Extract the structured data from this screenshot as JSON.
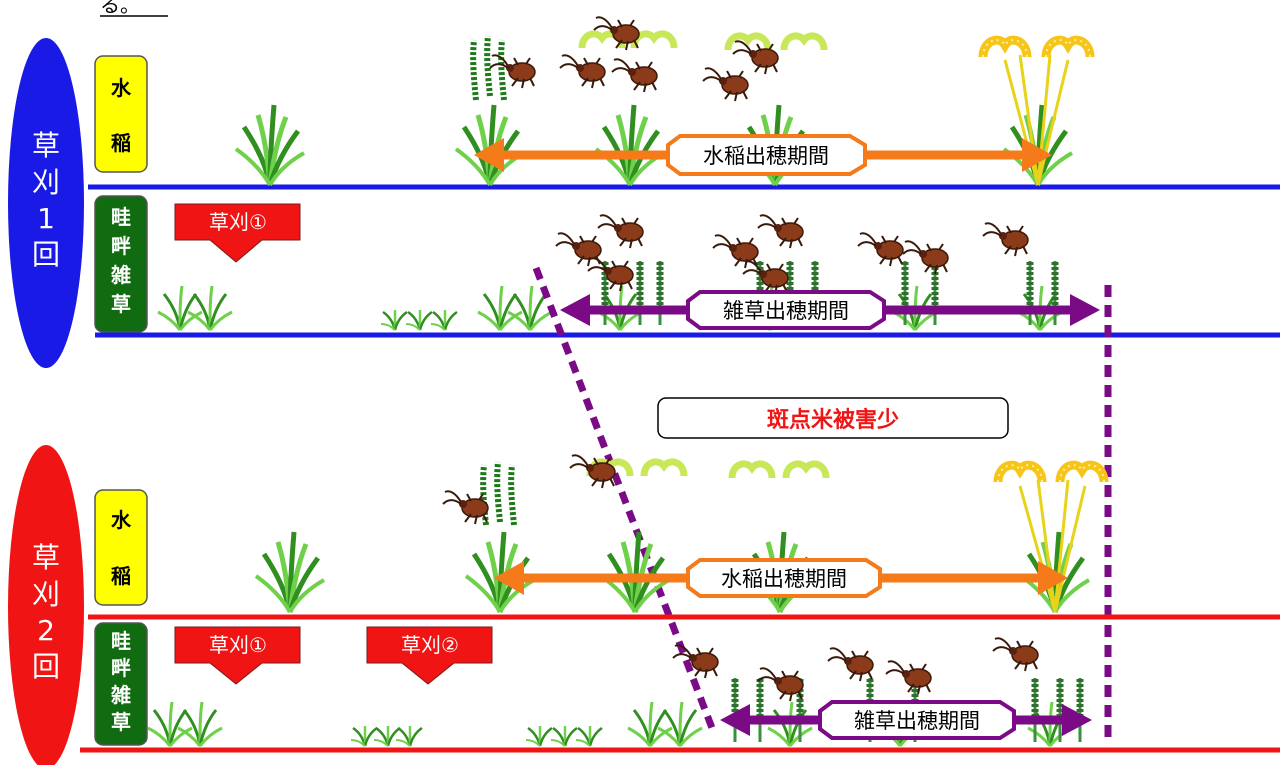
{
  "header_fragment": "る。",
  "scenarios": [
    {
      "oval_label": "草刈1回",
      "oval_color": "#1a1ae6",
      "line_color": "#1a1ae6",
      "rice_label": [
        "水",
        "稲"
      ],
      "weed_label": [
        "畦",
        "畔",
        "雑",
        "草"
      ],
      "mowing_labels": [
        "草刈①"
      ],
      "rice_period_label": "水稲出穂期間",
      "weed_period_label": "雑草出穂期間"
    },
    {
      "oval_label": "草刈2回",
      "oval_color": "#f01414",
      "line_color": "#f01414",
      "rice_label": [
        "水",
        "稲"
      ],
      "weed_label": [
        "畦",
        "畔",
        "雑",
        "草"
      ],
      "mowing_labels": [
        "草刈①",
        "草刈②"
      ],
      "rice_period_label": "水稲出穂期間",
      "weed_period_label": "雑草出穂期間"
    }
  ],
  "center_message": "斑点米被害少",
  "colors": {
    "rice_arrow": "#f47a1a",
    "weed_arrow": "#7b0a86",
    "mowing_arrow": "#f01414",
    "rice_label_bg": "#ffff00",
    "weed_label_bg": "#116b11",
    "message_text": "#f01414",
    "plant_green": "#6fd04a",
    "bug_brown": "#8b3a1a"
  },
  "icons": {
    "rice_plant": "rice-plant-icon",
    "weed_plant": "weed-plant-icon",
    "stink_bug": "stink-bug-icon"
  }
}
